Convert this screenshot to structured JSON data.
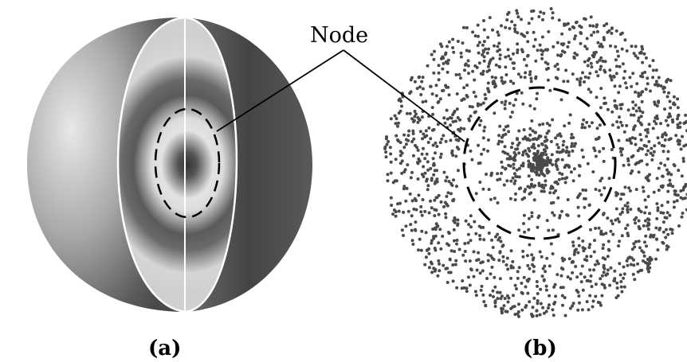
{
  "labels": {
    "node": "Node",
    "panel_a": "(a)",
    "panel_b": "(b)"
  },
  "colors": {
    "background": "#ffffff",
    "dots": "#4a4a4a",
    "node_lines": "#000000",
    "shell_light": "#e6e6e6",
    "shell_dark": "#4f4f4f"
  }
}
